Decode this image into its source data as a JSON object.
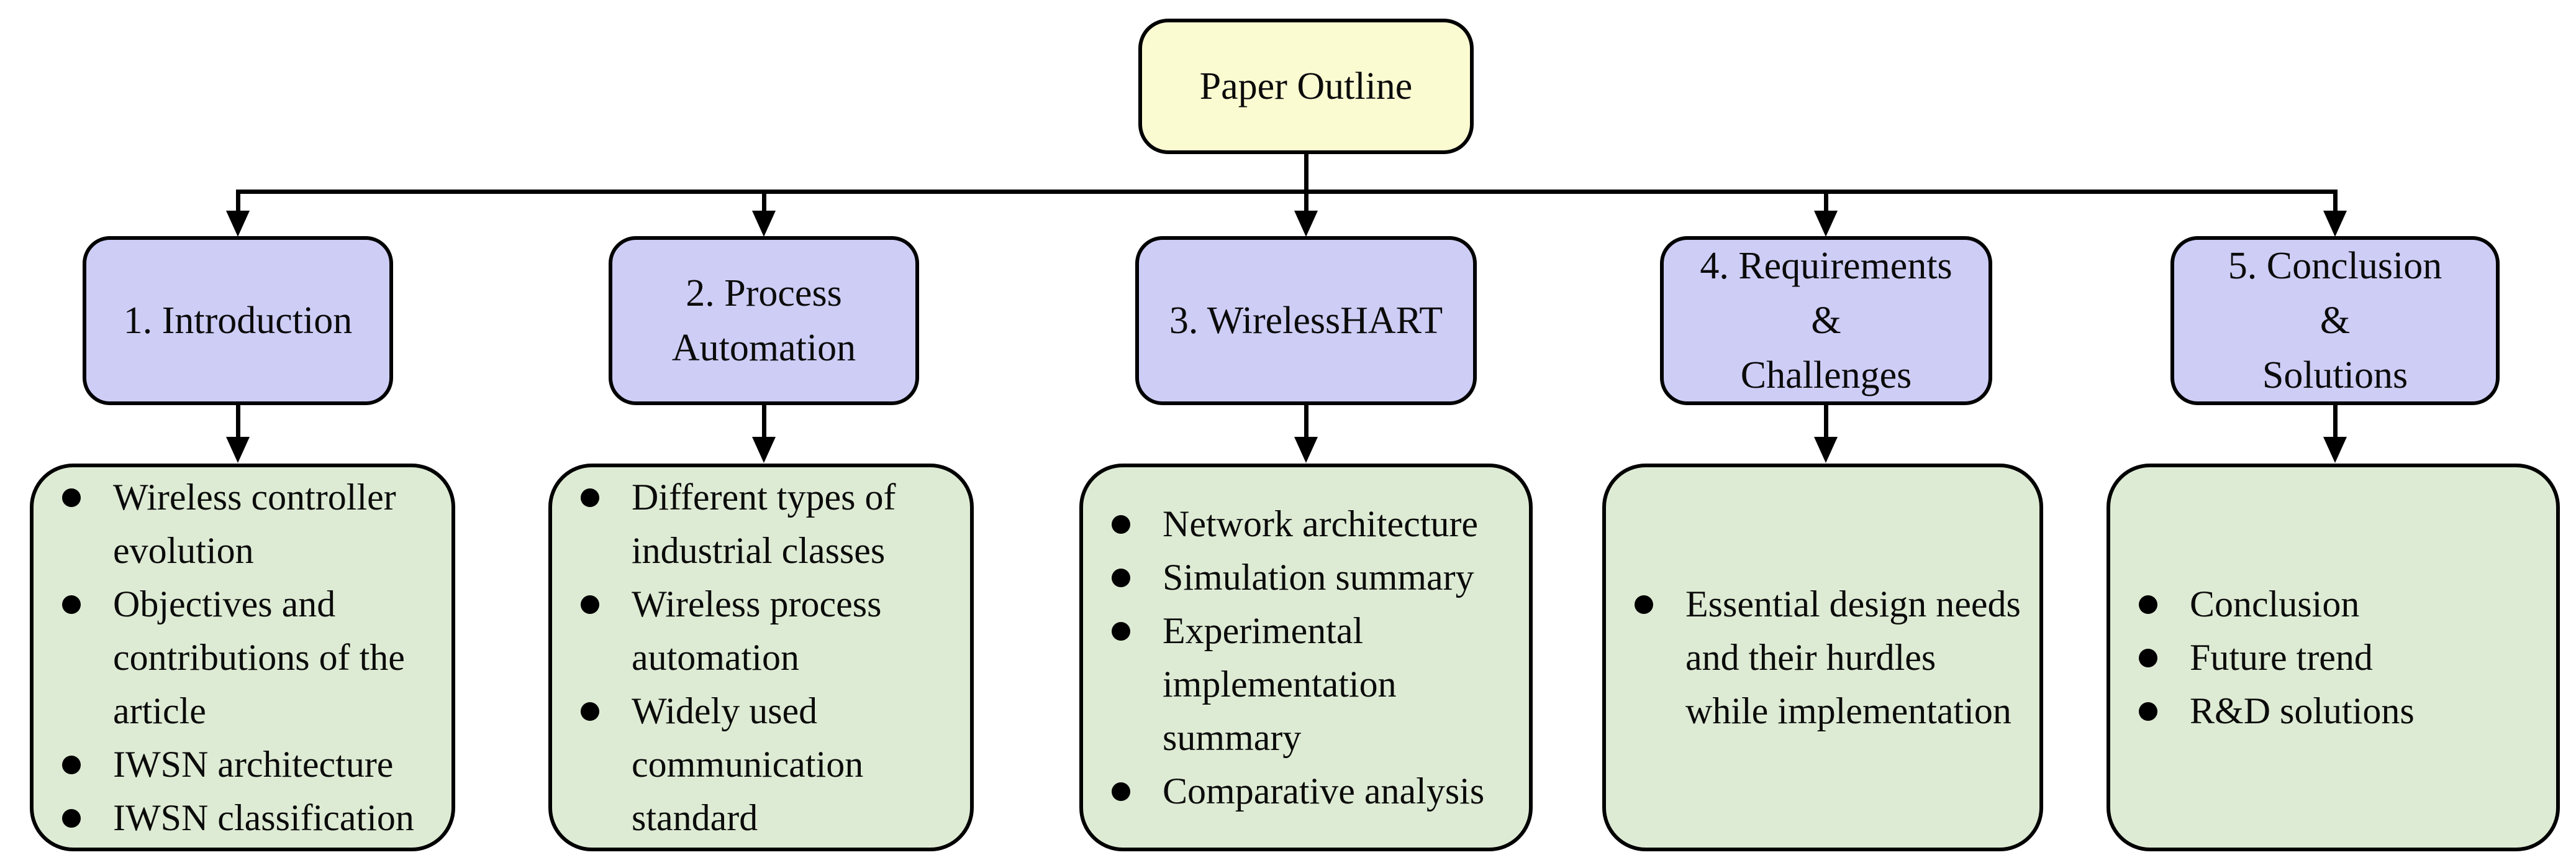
{
  "diagram": {
    "root": {
      "label": "Paper Outline"
    },
    "colors": {
      "root_bg": "#FBFBD2",
      "section_bg": "#CDCDF6",
      "detail_bg": "#DEEBD4",
      "line": "#000000"
    },
    "columns": [
      {
        "title_lines": [
          "1. Introduction"
        ],
        "bullets": [
          "Wireless controller evolution",
          "Objectives and contributions of the article",
          "IWSN architecture",
          "IWSN classification"
        ]
      },
      {
        "title_lines": [
          "2. Process",
          "Automation"
        ],
        "bullets": [
          "Different types of industrial classes",
          "Wireless process automation",
          "Widely used communication standard"
        ]
      },
      {
        "title_lines": [
          "3. WirelessHART"
        ],
        "bullets": [
          "Network architecture",
          "Simulation summary",
          "Experimental implementation summary",
          "Comparative analysis"
        ]
      },
      {
        "title_lines": [
          "4. Requirements",
          "&",
          "Challenges"
        ],
        "bullets": [
          "Essential design needs and their hurdles while implementation"
        ]
      },
      {
        "title_lines": [
          "5. Conclusion",
          "&",
          "Solutions"
        ],
        "bullets": [
          "Conclusion",
          "Future trend",
          "R&D solutions"
        ]
      }
    ]
  }
}
